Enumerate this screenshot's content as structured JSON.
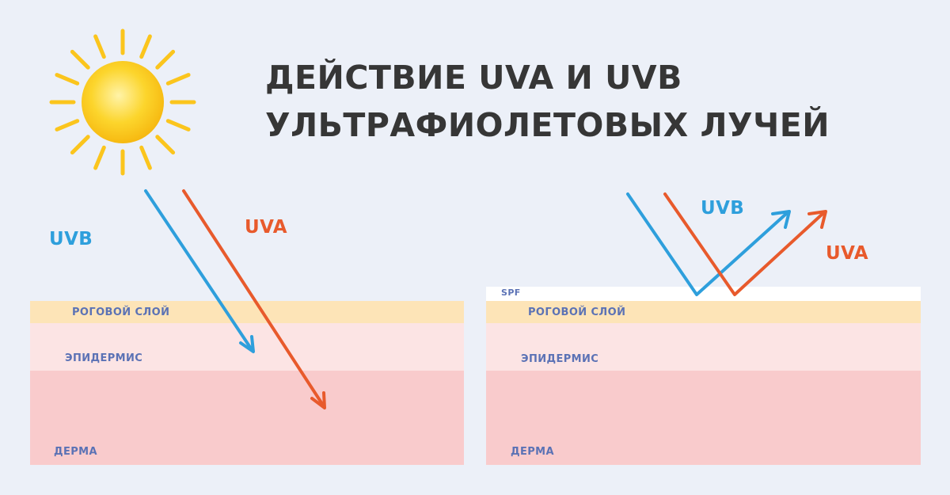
{
  "title": {
    "line1": "ДЕЙСТВИЕ UVA И UVB",
    "line2": "УЛЬТРАФИОЛЕТОВЫХ ЛУЧЕЙ"
  },
  "colors": {
    "background": "#ecf0f8",
    "sun": "#fbc51d",
    "uvb": "#2e9fdc",
    "uva": "#e85a2c",
    "horny_layer": "#fde4b7",
    "epidermis": "#fce4e4",
    "dermis": "#f9cbcc",
    "spf": "#ffffff",
    "layer_text": "#5b72b5",
    "title_text": "#363636"
  },
  "left_panel": {
    "uvb_label": "UVB",
    "uva_label": "UVA",
    "layers": {
      "horny": "РОГОВОЙ СЛОЙ",
      "epidermis": "ЭПИДЕРМИС",
      "dermis": "ДЕРМА"
    }
  },
  "right_panel": {
    "uvb_label": "UVB",
    "uva_label": "UVA",
    "spf_label": "SPF",
    "layers": {
      "horny": "РОГОВОЙ СЛОЙ",
      "epidermis": "ЭПИДЕРМИС",
      "dermis": "ДЕРМА"
    }
  }
}
